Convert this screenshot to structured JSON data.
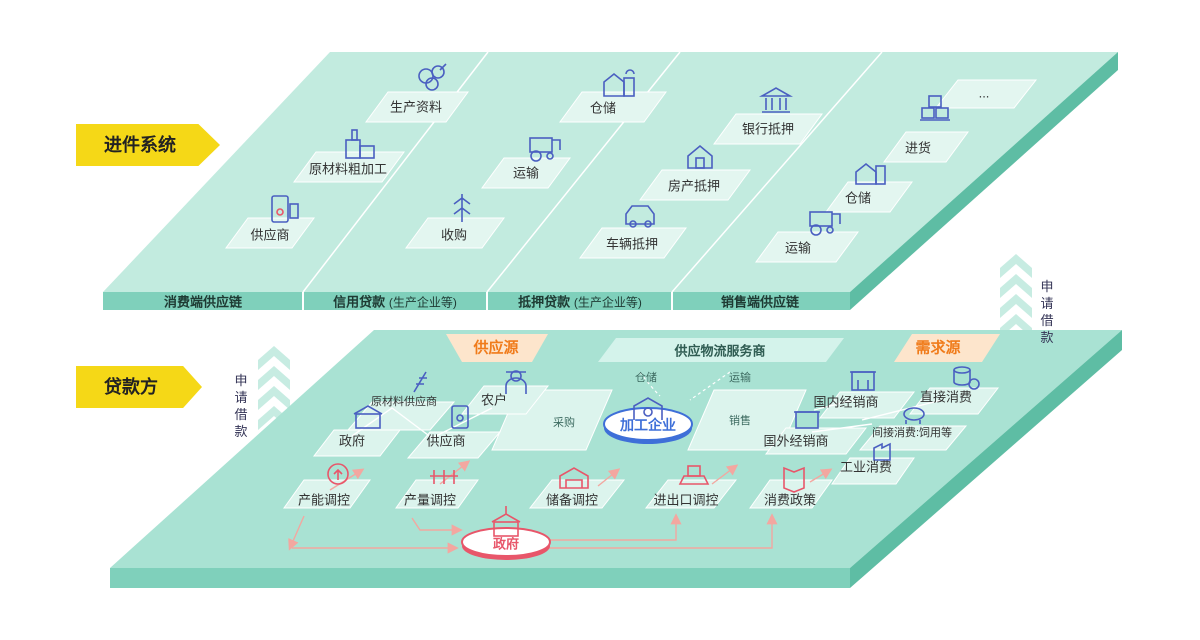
{
  "top_layer": {
    "tag": "进件系统",
    "bands": [
      {
        "title": "消费端供应链",
        "sub": ""
      },
      {
        "title": "信用贷款",
        "sub": "(生产企业等)"
      },
      {
        "title": "抵押贷款",
        "sub": "(生产企业等)"
      },
      {
        "title": "销售端供应链",
        "sub": ""
      }
    ],
    "nodes": [
      "生产资料",
      "原材料粗加工",
      "供应商",
      "仓储",
      "运输",
      "收购",
      "银行抵押",
      "房产抵押",
      "车辆抵押",
      "...",
      "进货",
      "仓储",
      "运输"
    ]
  },
  "bottom_layer": {
    "tag": "贷款方",
    "supply_source": "供应源",
    "demand_source": "需求源",
    "logistics": "供应物流服务商",
    "logistics_items": [
      "仓储",
      "运输"
    ],
    "left_nodes": [
      "原材料供应商",
      "农户",
      "政府",
      "供应商"
    ],
    "center": {
      "purchase": "采购",
      "enterprise": "加工企业",
      "sales": "销售"
    },
    "right_nodes": [
      "国内经销商",
      "直接消费",
      "国外经销商",
      "间接消费:饲用等",
      "工业消费"
    ],
    "controls": [
      "产能调控",
      "产量调控",
      "储备调控",
      "进出口调控",
      "消费政策"
    ],
    "government": "政府"
  },
  "apply_loan": "申请借款",
  "colors": {
    "plate": "#bfe9dc",
    "plate_side": "#7fd0bb",
    "band": "#8ed4c1",
    "node": "#e3f6f0",
    "accent_red": "#e8566a",
    "accent_blue": "#3e6fd8",
    "tag": "#f5d817"
  },
  "icons": [
    "vegetables-icon",
    "factory-icon",
    "phone-app-icon",
    "barn-icon",
    "harvester-icon",
    "wheat-icon",
    "bank-icon",
    "house-icon",
    "car-icon",
    "boxes-icon",
    "farmer-icon",
    "store-icon",
    "coins-icon",
    "pig-icon",
    "ship-icon",
    "brochure-icon",
    "city-hall-icon"
  ]
}
